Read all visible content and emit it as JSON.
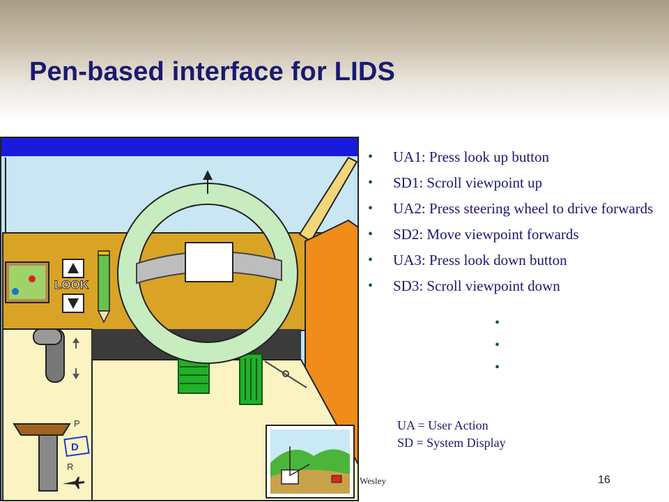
{
  "slide": {
    "title": "Pen-based interface for LIDS",
    "bullets": [
      "UA1: Press look up button",
      "SD1: Scroll viewpoint up",
      "UA2: Press steering wheel to drive forwards",
      "SD2: Move viewpoint forwards",
      "UA3: Press look down button",
      "SD3: Scroll viewpoint down"
    ],
    "continuation": [
      "•",
      "•",
      "•"
    ],
    "legend": [
      "UA = User Action",
      "SD = System Display"
    ],
    "footer": "Wesley",
    "page_number": "16"
  },
  "scene": {
    "look_label": "LOOK",
    "gear_p": "P",
    "gear_d": "D",
    "gear_r": "R",
    "colors": {
      "sky_bar": "#1a1adc",
      "dashboard": "#d9a326",
      "wheel": "#c7ecc0",
      "door": "#f08c1a",
      "floor": "#fbf4c2",
      "pedal": "#22b02a"
    }
  }
}
